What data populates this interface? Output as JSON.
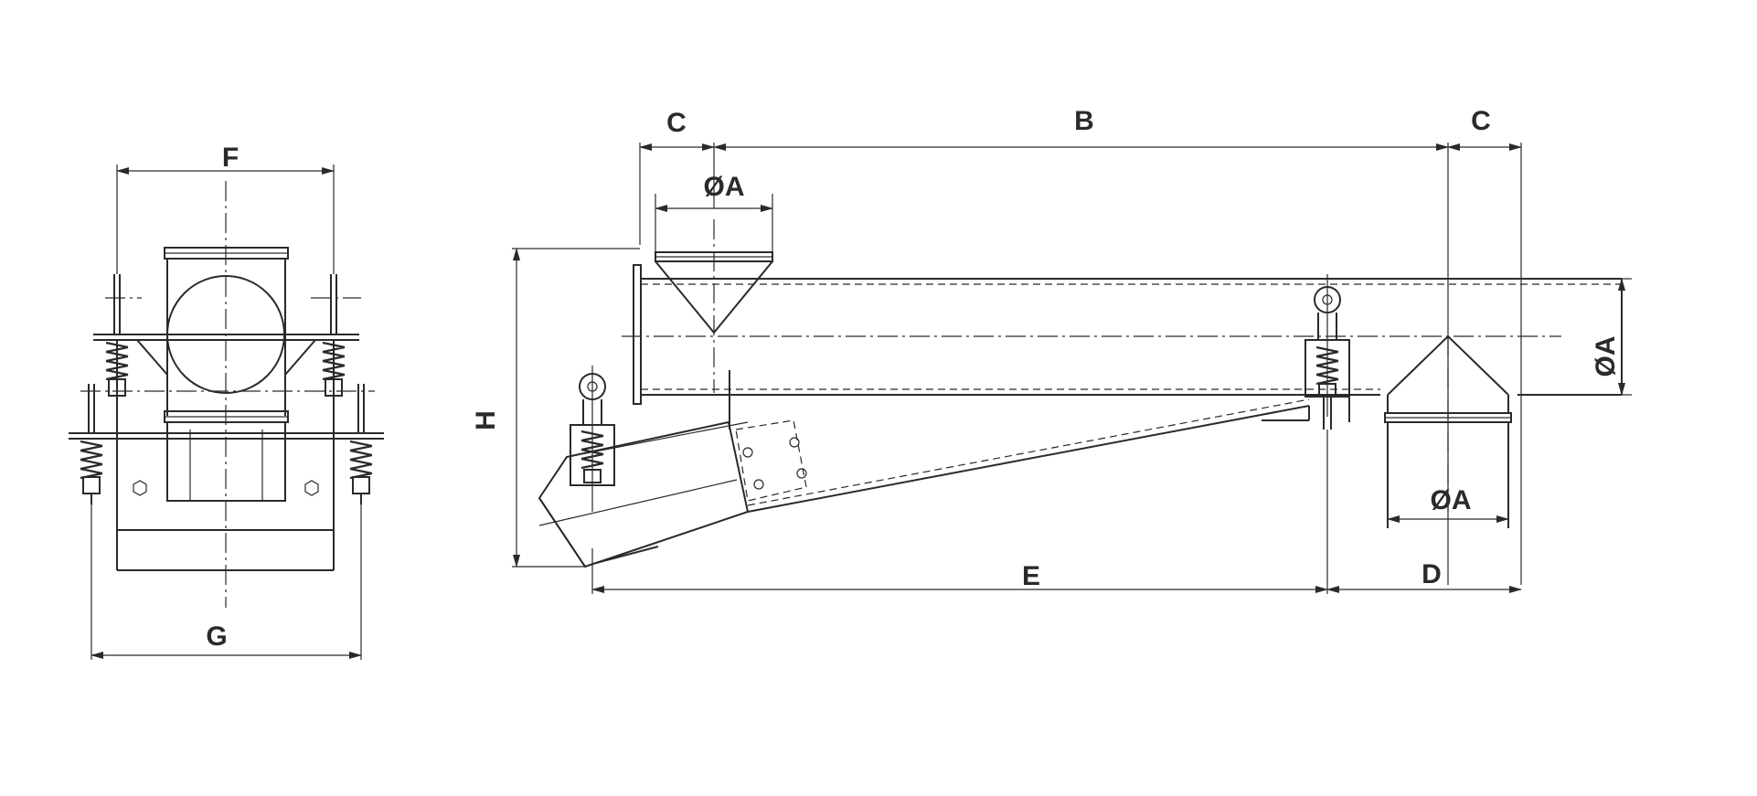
{
  "labels": {
    "F": "F",
    "G": "G",
    "C_left": "C",
    "B": "B",
    "C_right": "C",
    "A_inlet": "ØA",
    "A_outlet": "ØA",
    "A_right": "ØA",
    "H": "H",
    "E": "E",
    "D": "D"
  }
}
